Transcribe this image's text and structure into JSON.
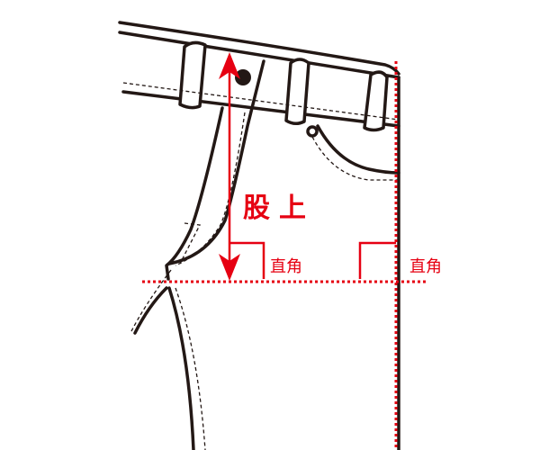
{
  "diagram": {
    "measurement_label": "股上",
    "right_angle_label_left": "直角",
    "right_angle_label_right": "直角",
    "accent_color": "#e60012",
    "line_color": "#231815"
  }
}
